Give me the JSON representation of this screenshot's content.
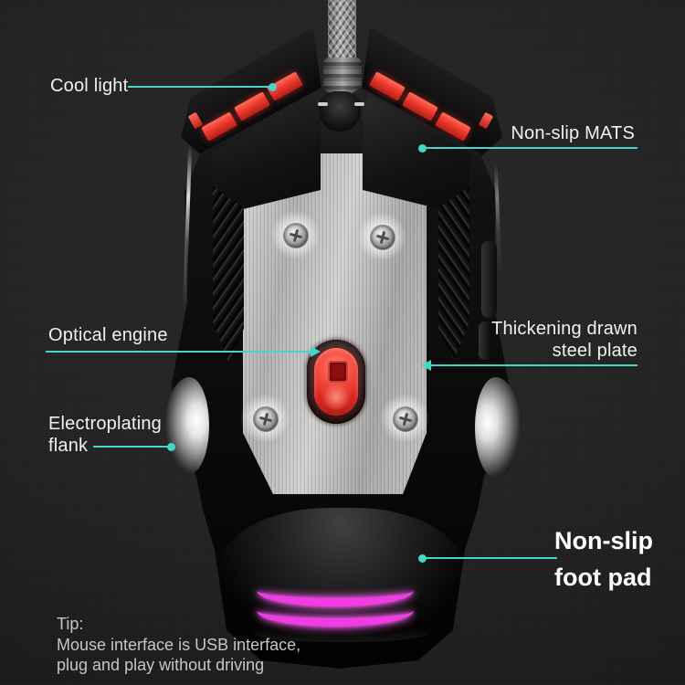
{
  "callouts": {
    "cool_light": {
      "label": "Cool light"
    },
    "non_slip_mats": {
      "label": "Non-slip MATS"
    },
    "optical_engine": {
      "label": "Optical engine"
    },
    "thickening_steel_plate": {
      "line1": "Thickening drawn",
      "line2": "steel plate"
    },
    "electroplating_flank": {
      "line1": "Electroplating",
      "line2": "flank"
    },
    "non_slip_foot_pad": {
      "line1": "Non-slip",
      "line2": "foot pad"
    }
  },
  "tip": {
    "heading": "Tip:",
    "lines": [
      "Mouse interface is USB interface,",
      "plug and play without driving"
    ]
  },
  "colors": {
    "accent_teal": "#43d6c9",
    "led_red": "#ee3a2e",
    "glow_pink": "#f13ce5",
    "plate_silver": "#c6c6c6",
    "background": "#222222",
    "label_white": "#f1f1f1",
    "tip_gray": "#c6c6c6"
  }
}
